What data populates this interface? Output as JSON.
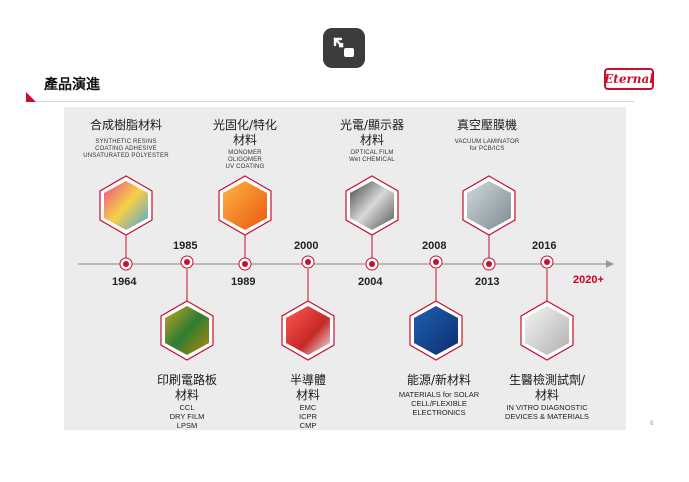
{
  "toolbar": {
    "button_icon": "exit-fullscreen-icon"
  },
  "header": {
    "title": "產品演進",
    "logo_text": "Eternal"
  },
  "page_number": "6",
  "colors": {
    "accent": "#c8102e",
    "timeline": "#999999",
    "slide_bg": "#ececec"
  },
  "top_items": [
    {
      "zh1": "合成樹脂材料",
      "zh2": "",
      "en": [
        "SYNTHETIC RESINS",
        "COATING ADHESIVE",
        "UNSATURATED POLYESTER"
      ]
    },
    {
      "zh1": "光固化/特化",
      "zh2": "材料",
      "en": [
        "MONOMER",
        "OLIGOMER",
        "UV COATING"
      ]
    },
    {
      "zh1": "光電/顯示器",
      "zh2": "材料",
      "en": [
        "OPTICAL FILM",
        "Wet CHEMICAL"
      ]
    },
    {
      "zh1": "真空壓膜機",
      "zh2": "",
      "en": [
        "VACUUM LAMINATOR",
        "for PCB/ICS"
      ]
    }
  ],
  "bottom_items": [
    {
      "zh1": "印刷電路板",
      "zh2": "材料",
      "en": [
        "CCL",
        "DRY FILM",
        "LPSM"
      ]
    },
    {
      "zh1": "半導體",
      "zh2": "材料",
      "en": [
        "EMC",
        "ICPR",
        "CMP"
      ]
    },
    {
      "zh1": "能源/新材料",
      "zh2": "",
      "en": [
        "MATERIALS for SOLAR",
        "CELL/FLEXIBLE",
        "ELECTRONICS"
      ]
    },
    {
      "zh1": "生醫檢測試劑/",
      "zh2": "材料",
      "en": [
        "IN VITRO DIAGNOSTIC",
        "DEVICES & MATERIALS"
      ]
    }
  ],
  "years_above": [
    "1985",
    "2000",
    "2008",
    "2016"
  ],
  "years_below": [
    "1964",
    "1989",
    "2004",
    "2013"
  ],
  "year_future": "2020+"
}
